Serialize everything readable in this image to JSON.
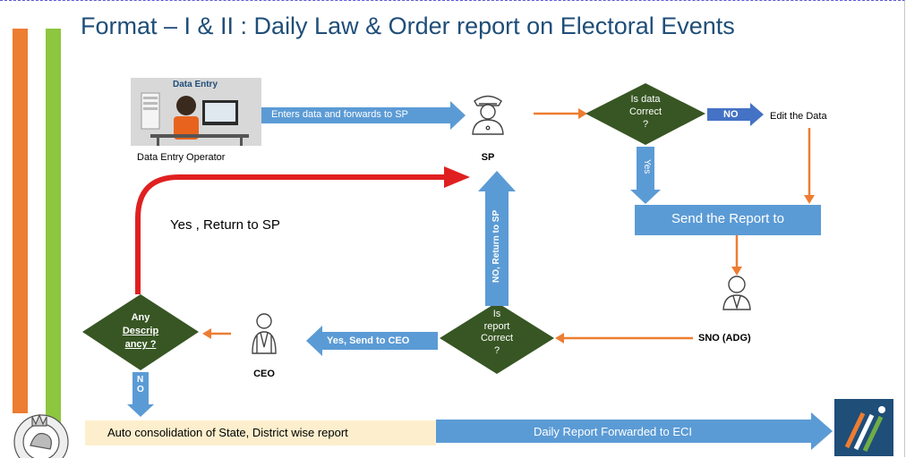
{
  "title": "Format – I & II : Daily Law & Order report on Electoral Events",
  "colors": {
    "title": "#1f4e79",
    "arrow_blue": "#5b9bd5",
    "box_blue": "#4472c4",
    "decision_green": "#375623",
    "arrow_orange": "#ed7d31",
    "arrow_red": "#e02020",
    "stripe_orange": "#ed7d31",
    "stripe_green": "#8dc63f",
    "consolidation_fill": "#fdefcd"
  },
  "icons": {
    "data_entry": "data-entry-operator-icon",
    "sp": "police-officer-icon",
    "sno": "officer-icon",
    "ceo": "ceo-icon",
    "emblem": "state-emblem-icon",
    "eci": "eci-logo-icon"
  },
  "data_entry": {
    "box_label": "Data Entry",
    "operator_label": "Data Entry Operator"
  },
  "arrows": {
    "enters_data": "Enters data and forwards to SP",
    "no_edit": "NO",
    "yes_down": "Yes",
    "no_return_sp": "NO, Return to SP",
    "yes_send_ceo": "Yes, Send to CEO",
    "no_down": "NO",
    "daily_report": "Daily Report Forwarded to ECI"
  },
  "nodes": {
    "sp_label": "SP",
    "edit_data": "Edit the Data",
    "send_report": "Send the Report to",
    "sno_label": "SNO (ADG)",
    "ceo_label": "CEO",
    "return_sp_label": "Yes , Return to SP",
    "auto_consolidation": "Auto consolidation of State, District wise report"
  },
  "decisions": {
    "is_data_correct": [
      "Is data",
      "Correct",
      "?"
    ],
    "is_report_correct": [
      "Is",
      "report",
      "Correct",
      "?"
    ],
    "any_discrepancy": [
      "Any",
      "Descrip",
      "ancy ?"
    ]
  }
}
